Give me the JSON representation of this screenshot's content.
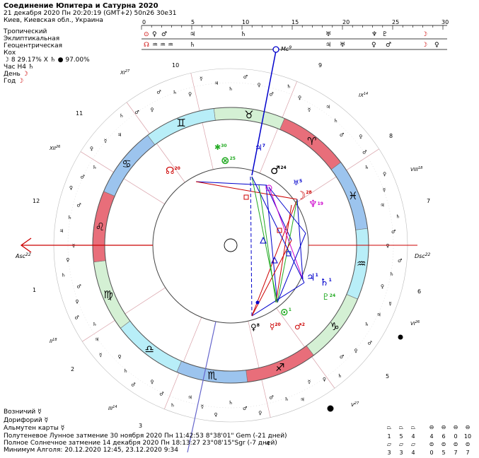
{
  "header": {
    "title": "Соединение  Юпитера и  Сатурна 2020",
    "datetime": "21 декабря 2020  Пн  20:20:19 (GMT+2) 50n26  30e31",
    "place": "Киев, Киевская обл., Украина"
  },
  "options": [
    "Тропический",
    "Эклиптикальная",
    "Геоцентрическая",
    "Кох"
  ],
  "moon_phase": "☽  8 29.17% Х ♄ ● 97.00%",
  "rulers": {
    "hour": {
      "label": "Час H4",
      "glyph": "♄"
    },
    "day": {
      "label": "День",
      "glyph": "☽"
    },
    "year": {
      "label": "Год",
      "glyph": "☽"
    }
  },
  "scale": {
    "ticks": [
      "0",
      "5",
      "10",
      "15",
      "20",
      "25",
      "30"
    ],
    "row1": [
      "⊙",
      "♀",
      "♂",
      "♃",
      "♄",
      "♅",
      "♆",
      "♇",
      "☽"
    ],
    "row2": [
      "☊",
      "♒",
      "♒",
      "♒",
      "♄",
      "♃",
      "♅",
      "♀",
      "♂",
      "☽",
      "♀"
    ]
  },
  "chart": {
    "angles": {
      "asc": "Asc",
      "asc_deg": "22",
      "dsc": "Dsc",
      "dsc_deg": "22",
      "mc": "Mc",
      "mc_deg": "9"
    },
    "zodiac": [
      "♉",
      "♈",
      "♓",
      "♒",
      "♑",
      "♐",
      "♏",
      "♎",
      "♍",
      "♌",
      "♋",
      "♊"
    ],
    "house_numbers": [
      "9",
      "8",
      "7",
      "6",
      "5",
      "4",
      "3",
      "2",
      "1",
      "12",
      "11",
      "10"
    ],
    "house_roman": [
      {
        "label": "IX",
        "deg": "14"
      },
      {
        "label": "VIII",
        "deg": "18"
      },
      {
        "label": "VI",
        "deg": "26"
      },
      {
        "label": "V",
        "deg": "27"
      },
      {
        "label": "III",
        "deg": "14"
      },
      {
        "label": "II",
        "deg": "18"
      },
      {
        "label": "XII",
        "deg": "26"
      },
      {
        "label": "XI",
        "deg": "27"
      }
    ],
    "planets": [
      {
        "glyph": "♃",
        "deg": "1",
        "color": "#0000cc"
      },
      {
        "glyph": "♄",
        "deg": "1",
        "color": "#0000cc"
      },
      {
        "glyph": "♇",
        "deg": "24",
        "color": "#22aa22"
      },
      {
        "glyph": "⊙",
        "deg": "1",
        "color": "#22aa22"
      },
      {
        "glyph": "♂",
        "deg": "2",
        "color": "#cc0000"
      },
      {
        "glyph": "☿",
        "deg": "20",
        "color": "#cc0000"
      },
      {
        "glyph": "♀",
        "deg": "8",
        "color": "#000000"
      },
      {
        "glyph": "☽",
        "deg": "28",
        "color": "#cc0000"
      },
      {
        "glyph": "♆",
        "deg": "19",
        "color": "#cc00cc"
      },
      {
        "glyph": "♅",
        "deg": "5",
        "color": "#0000cc"
      },
      {
        "glyph": "♂",
        "deg": "24",
        "color": "#000000"
      },
      {
        "glyph": "♃",
        "deg": "7",
        "color": "#0000cc"
      },
      {
        "glyph": "☊",
        "deg": "20",
        "color": "#cc0000"
      },
      {
        "glyph": "⊗",
        "deg": "25",
        "color": "#22aa22"
      },
      {
        "glyph": "✱",
        "deg": "30",
        "color": "#22aa22"
      }
    ]
  },
  "bottom": {
    "vozn": "Возничий  ☿",
    "dorif": "Дорифорий  ☿",
    "almuten": "Альмутен карты  ☿",
    "lunar": "Полутеневое Лунное затмение 30 ноября 2020 Пн 11:42:53  8°38'01\" Gem (-21 дней)",
    "solar": "Полное Солнечное затмение 14 декабря 2020 Пн 18:13:27 23°08'15\"Sgr (-7 дней)",
    "algol": "Минимум Алголя: 20.12.2020 12:45,  23.12.2020  9:34"
  },
  "legend": {
    "row1": [
      "1",
      "5",
      "4",
      "4",
      "6",
      "0",
      "10"
    ],
    "row2": [
      "3",
      "3",
      "4",
      "0",
      "5",
      "7",
      "7"
    ]
  }
}
